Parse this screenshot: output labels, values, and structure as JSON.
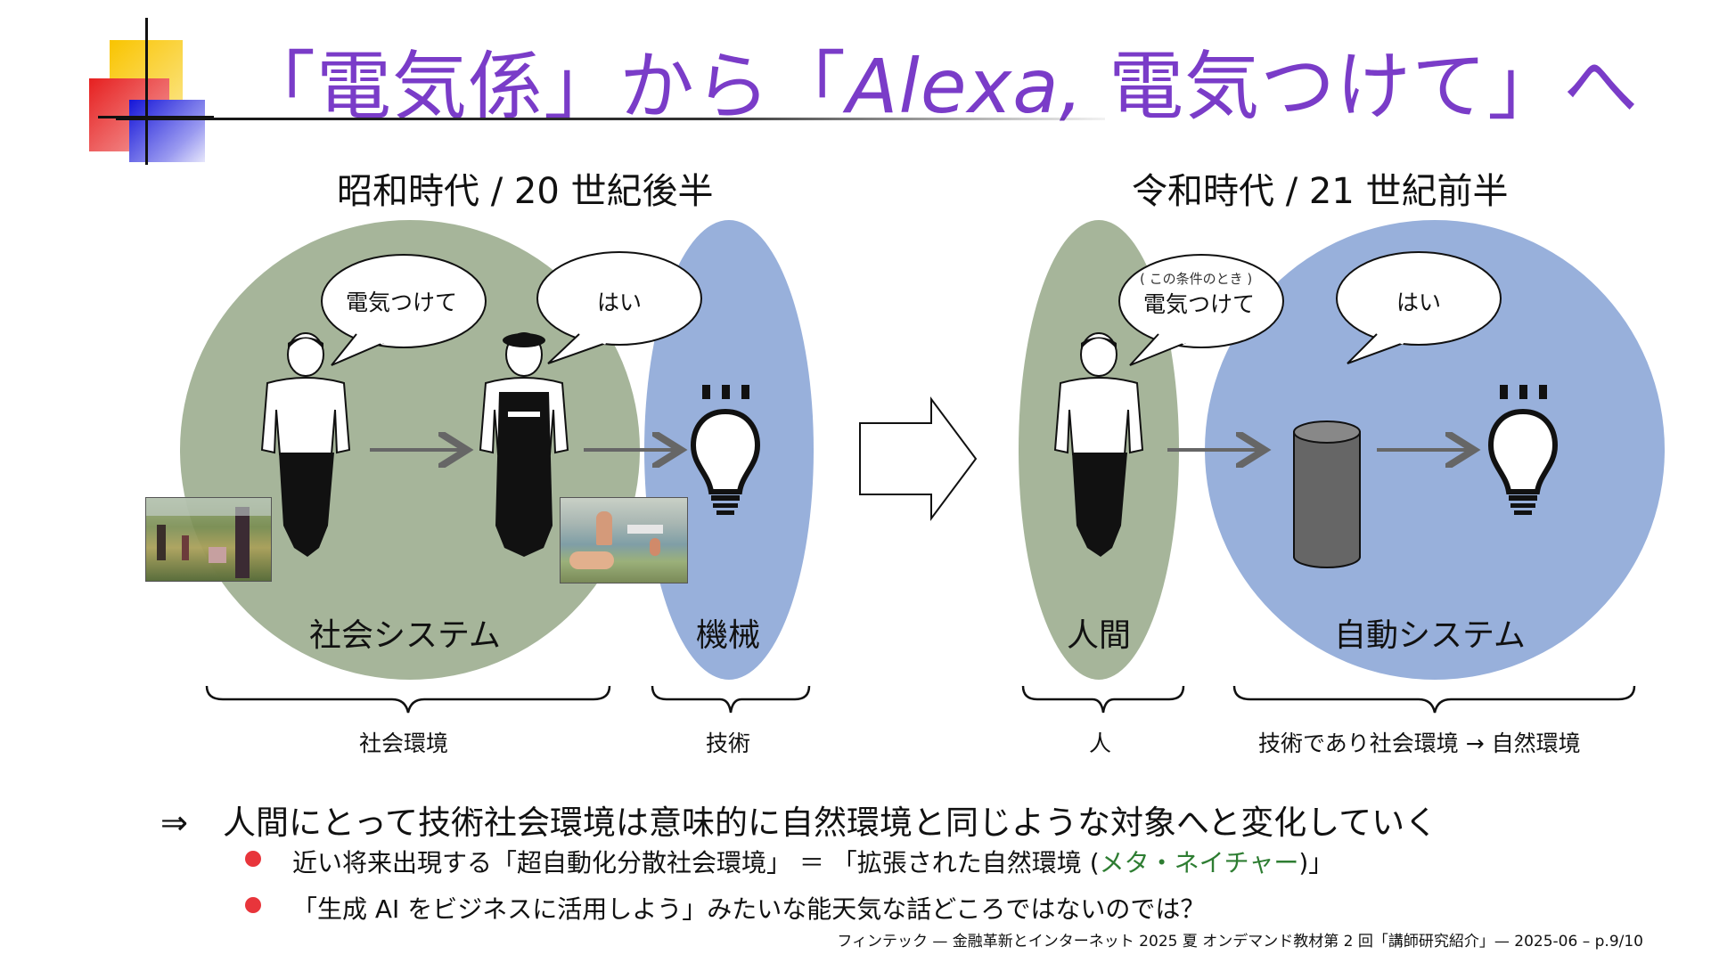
{
  "slide": {
    "title_part1": "「電気係」から「",
    "title_italic": "Alexa,",
    "title_part2": " 電気つけて」へ"
  },
  "left_panel": {
    "heading": "昭和時代 / 20 世紀後半",
    "bubble_1": "電気つけて",
    "bubble_2": "はい",
    "circle_label": "社会システム",
    "ellipse_label": "機械",
    "brace_label_1": "社会環境",
    "brace_label_2": "技術"
  },
  "right_panel": {
    "heading": "令和時代 / 21 世紀前半",
    "bubble_1_note": "( この条件のとき )",
    "bubble_1": "電気つけて",
    "bubble_2": "はい",
    "ellipse_label": "人間",
    "circle_label": "自動システム",
    "brace_label_1": "人",
    "brace_label_2": "技術であり社会環境 → 自然環境"
  },
  "conclusion": {
    "arrow": "⇒",
    "text": "人間にとって技術社会環境は意味的に自然環境と同じような対象へと変化していく"
  },
  "bullets": [
    {
      "pre": "近い将来出現する「超自動化分散社会環境」 ＝ 「拡張された自然環境 (",
      "highlight": "メタ・ネイチャー",
      "post": ")」"
    },
    {
      "text": "「生成 AI をビジネスに活用しよう」みたいな能天気な話どころではないのでは？"
    }
  ],
  "footer": "フィンテック — 金融革新とインターネット 2025 夏 オンデマンド教材第 2 回「講師研究紹介」— 2025-06 – p.9/10",
  "colors": {
    "title": "#7a3cc8",
    "green_circle": "#a6b59a",
    "blue_ellipse": "#98b0db",
    "bullet": "#e8353b",
    "highlight": "#2e7d32"
  }
}
